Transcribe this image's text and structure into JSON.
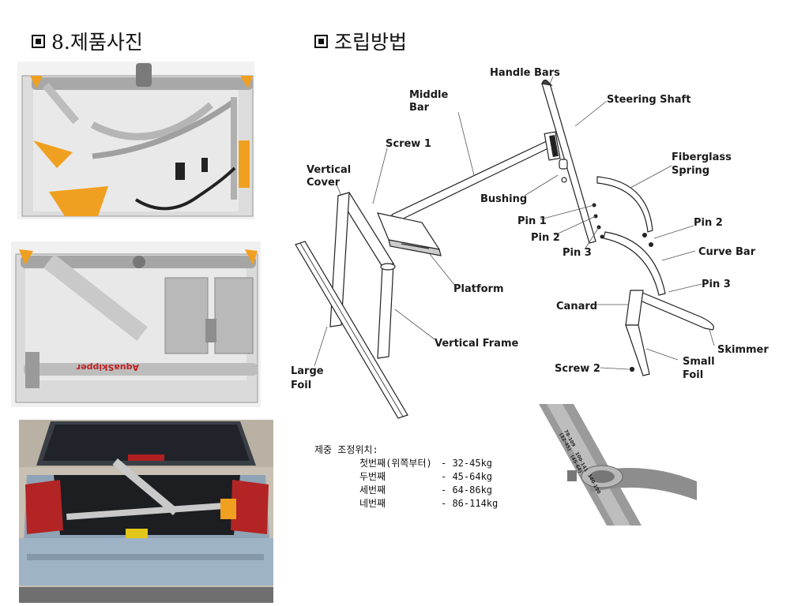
{
  "left_heading": "8.제품사진",
  "right_heading": "조립방법",
  "photos": {
    "box_top": "box-top-photo",
    "box_bottom": "box-bottom-photo",
    "car_trunk": "car-trunk-photo",
    "box_brand": "AquaSkipper",
    "closeup": "adjustment-closeup"
  },
  "diagram": {
    "handle_bars": "Handle Bars",
    "middle_bar_1": "Middle",
    "middle_bar_2": "Bar",
    "steering_shaft": "Steering Shaft",
    "screw1": "Screw 1",
    "vertical_cover_1": "Vertical",
    "vertical_cover_2": "Cover",
    "fiberglass_1": "Fiberglass",
    "fiberglass_2": "Spring",
    "bushing": "Bushing",
    "pin1": "Pin 1",
    "pin2_left": "Pin 2",
    "pin2_right": "Pin 2",
    "pin3_left": "Pin 3",
    "pin3_right": "Pin 3",
    "curve_bar": "Curve Bar",
    "platform": "Platform",
    "canard": "Canard",
    "vertical_frame": "Vertical Frame",
    "skimmer": "Skimmer",
    "large_foil_1": "Large",
    "large_foil_2": "Foil",
    "screw2": "Screw 2",
    "small_foil_1": "Small",
    "small_foil_2": "Foil"
  },
  "weights": {
    "title": "제중 조정위치:",
    "rows": [
      {
        "pos": "첫번째(위쪽부터)",
        "range": "- 32-45kg"
      },
      {
        "pos": "두번째",
        "range": "- 45-64kg"
      },
      {
        "pos": "세번째",
        "range": "- 64-86kg"
      },
      {
        "pos": "네번째",
        "range": "- 86-114kg"
      }
    ]
  },
  "closeup_label": [
    "78-109",
    "(32-45)",
    "100-141",
    "(45-64)",
    "140-190"
  ]
}
